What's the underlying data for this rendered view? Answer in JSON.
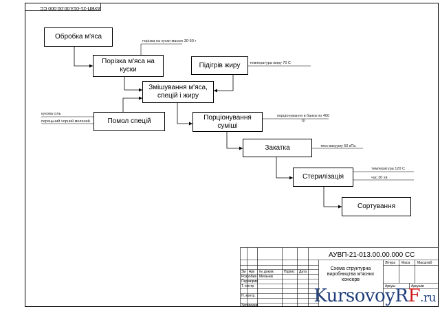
{
  "drawing_code_rotated": "АУВП-21-013.00.00.000 СС",
  "blocks": {
    "meat_processing": "Обробка м'яса",
    "cutting": "Порізка м'яса на куски",
    "fat_heating": "Підігрів жиру",
    "mixing": "Змішування м'яса, спецій і жиру",
    "spice_grinding": "Помол спецій",
    "portioning": "Порціонування суміші",
    "sealing": "Закатка",
    "sterilization": "Стерилізація",
    "sorting": "Сортування"
  },
  "notes": {
    "cutting": "порізка на куски масою 30-50 г",
    "fat_heating": "температура жиру 70 С",
    "salt": "кухова сіль",
    "pepper": "перецьний чорний мелений",
    "portioning": "порціонування в банки по 400 гр",
    "sealing": "тиск вакууму 50 кПа",
    "sterilization_temp": "температура 120 С",
    "sterilization_time": "час 30 хв"
  },
  "stamp": {
    "code": "АУВП-21-013.00.00.000 СС",
    "title": "Схема структурна виробництва м'ясних консерв",
    "cols": [
      "Зм",
      "Арк",
      "№ докум.",
      "Підпис",
      "Дата"
    ],
    "rows": [
      "Розробив",
      "Перевірив",
      "Т. контр.",
      "Н. контр.",
      "Затвердив"
    ],
    "author": "Мельник",
    "meta": [
      "Літера",
      "Маса",
      "Масштаб"
    ],
    "sheet": "Аркуш",
    "sheets": "Аркушів"
  },
  "watermark": {
    "main": "KursovoyR",
    "accent": "F",
    "tld": ".ru"
  }
}
